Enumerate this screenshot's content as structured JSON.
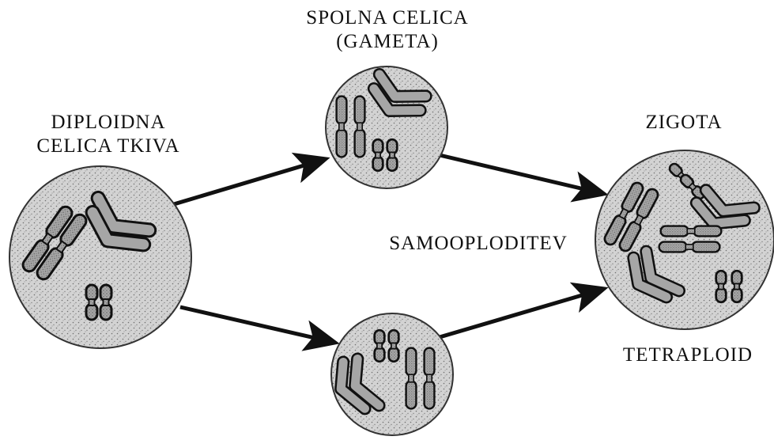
{
  "labels": {
    "diploid": [
      "DIPLOIDNA",
      "CELICA TKIVA"
    ],
    "gamete": [
      "SPOLNA CELICA",
      "(GAMETA)"
    ],
    "process": "SAMOOPLODITEV",
    "zygote": "ZIGOTA",
    "ploidy": "TETRAPLOID"
  },
  "colors": {
    "ink": "#111111",
    "cell_fill": "#cfcfcf",
    "chromosome_fill": "#9a9a9a",
    "stipple": "#6f6f6f"
  }
}
